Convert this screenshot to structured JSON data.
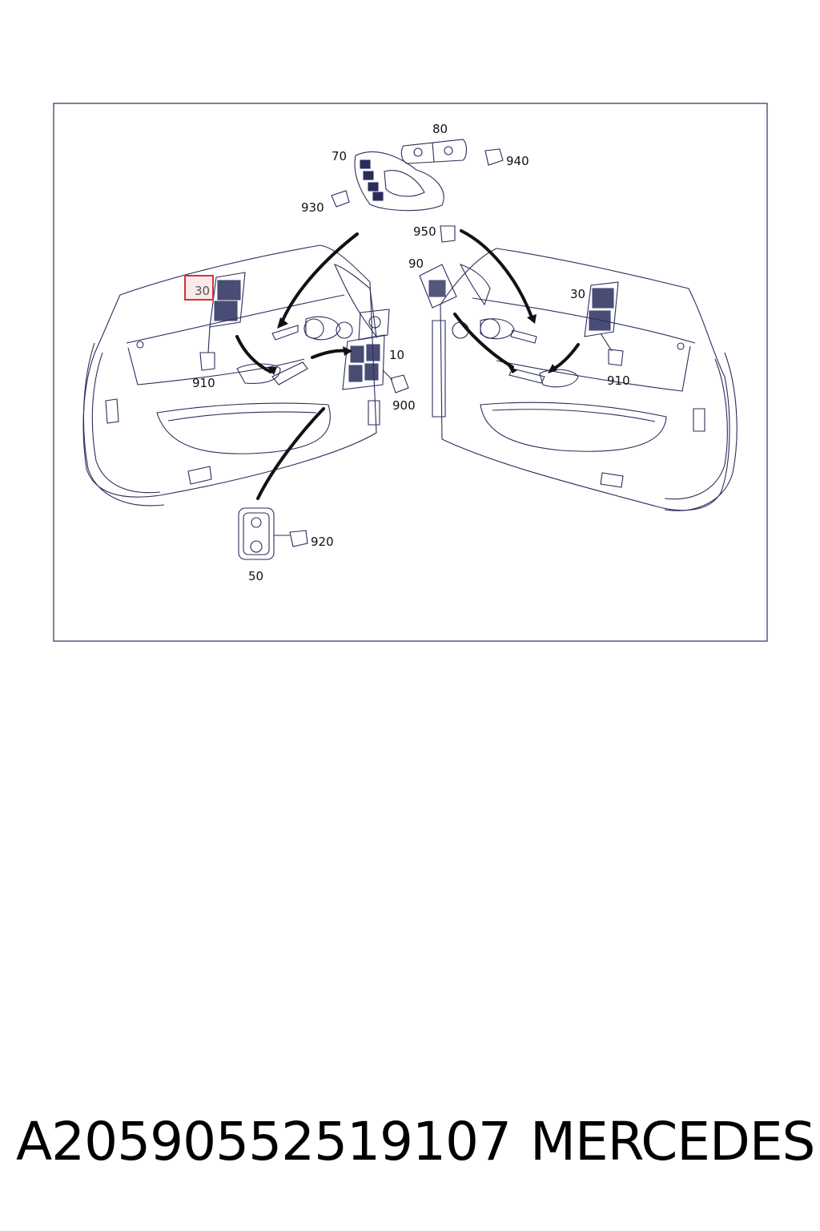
{
  "diagram": {
    "callouts": {
      "c80": "80",
      "c70": "70",
      "c940": "940",
      "c930": "930",
      "c950": "950",
      "c90": "90",
      "c30_left": "30",
      "c30_right": "30",
      "c910_left": "910",
      "c910_right": "910",
      "c10": "10",
      "c900": "900",
      "c920": "920",
      "c50": "50"
    },
    "highlighted_callout": "30",
    "highlight_color": "#d9303a",
    "line_color": "#2a2d5c"
  },
  "footer": {
    "part_number": "A20590552519107",
    "brand": "MERCEDES"
  }
}
